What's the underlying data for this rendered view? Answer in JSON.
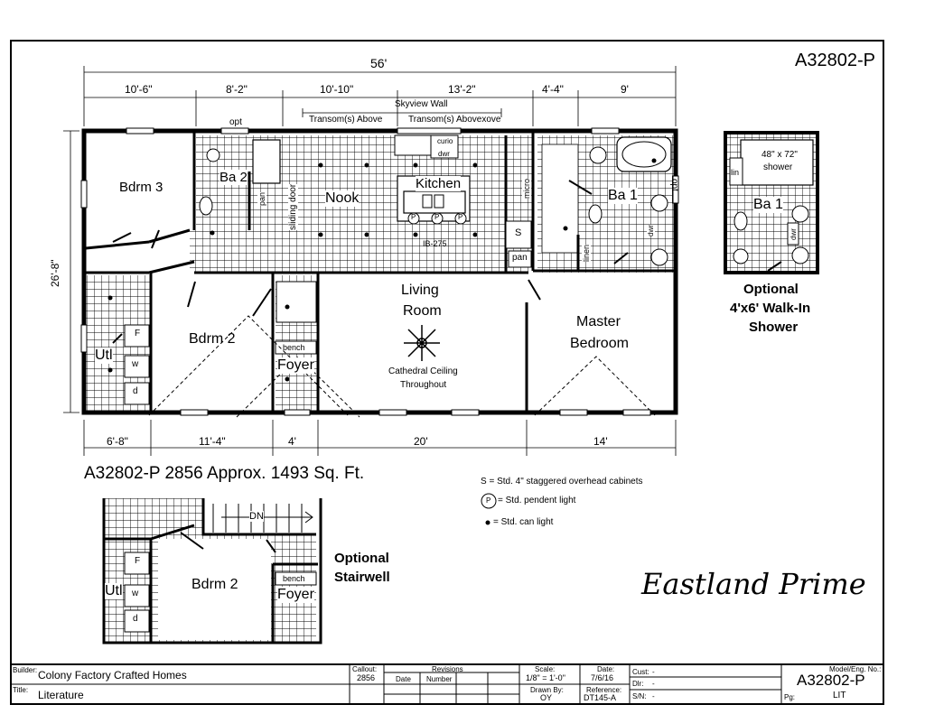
{
  "model_top": "A32802-P",
  "overall_width": "56'",
  "overall_depth": "26'-8\"",
  "top_dims": [
    "10'-6\"",
    "8'-2\"",
    "10'-10\"",
    "13'-2\"",
    "4'-4\"",
    "9'"
  ],
  "bottom_dims": [
    "6'-8\"",
    "11'-4\"",
    "4'",
    "20'",
    "14'"
  ],
  "notes_top": {
    "opt1": "opt",
    "skyview": "Skyview Wall",
    "transom1": "Transom(s) Above",
    "transom2": "Transom(s) Abovexove",
    "opt2": "opt"
  },
  "rooms": {
    "bdrm3": "Bdrm 3",
    "ba2": "Ba 2",
    "pan1": "pan",
    "sliding": "sliding door",
    "nook": "Nook",
    "kitchen": "Kitchen",
    "curio": "curio",
    "dwr": "dwr",
    "micro": "micro",
    "ib": "IB-275",
    "s": "S",
    "pan2": "pan",
    "ba1": "Ba 1",
    "linen": "linen",
    "dwr2": "dwr",
    "living": "Living Room",
    "living1": "Living",
    "living2": "Room",
    "cathedral1": "Cathedral Ceiling",
    "cathedral2": "Throughout",
    "master1": "Master",
    "master2": "Bedroom",
    "bdrm2": "Bdrm 2",
    "utl": "Utl",
    "f": "F",
    "w": "w",
    "d": "d",
    "bench": "bench",
    "foyer": "Foyer",
    "p": "P"
  },
  "optional_shower": {
    "shower": "48\" x 72\"",
    "shower2": "shower",
    "lin": "lin",
    "ba1": "Ba 1",
    "dwr": "dwr",
    "caption1": "Optional",
    "caption2": "4'x6' Walk-In",
    "caption3": "Shower"
  },
  "subtitle": "A32802-P 2856  Approx. 1493 Sq. Ft.",
  "legend": {
    "s": "S = Std. 4\" staggered overhead cabinets",
    "p_symbol": "P",
    "p": "= Std. pendent light",
    "can": "= Std. can light"
  },
  "stairwell": {
    "dn": "DN",
    "bdrm2": "Bdrm 2",
    "utl": "Utl",
    "f": "F",
    "w": "w",
    "d": "d",
    "bench": "bench",
    "foyer": "Foyer",
    "caption1": "Optional",
    "caption2": "Stairwell"
  },
  "plan_name": "Eastland Prime",
  "title_block": {
    "builder_lbl": "Builder:",
    "builder": "Colony Factory Crafted Homes",
    "title_lbl": "Title:",
    "title": "Literature",
    "callout_lbl": "Callout:",
    "callout": "2856",
    "revisions_lbl": "Revisions",
    "date_lbl": "Date",
    "number_lbl": "Number",
    "scale_lbl": "Scale:",
    "scale": "1/8\" = 1'-0\"",
    "drawnby_lbl": "Drawn By:",
    "drawnby": "OY",
    "date2_lbl": "Date:",
    "date2": "7/6/16",
    "ref_lbl": "Reference:",
    "ref": "DT145-A",
    "cust_lbl": "Cust:",
    "cust": "-",
    "dlr_lbl": "Dlr:",
    "dlr": "-",
    "sn_lbl": "S/N:",
    "sn": "-",
    "model_lbl": "Model/Eng. No.:",
    "model": "A32802-P",
    "pg_lbl": "Pg:",
    "pg": "LIT"
  }
}
